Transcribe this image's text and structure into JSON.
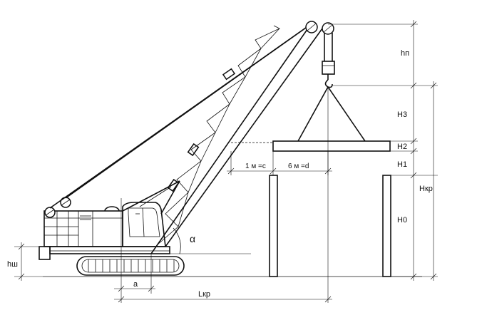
{
  "labels": {
    "hp": "hп",
    "h3": "H3",
    "h2": "H2",
    "h1": "H1",
    "hkr": "Нкр",
    "h0": "H0",
    "hsh": "hш",
    "a": "a",
    "lkr": "Lкр",
    "alpha": "α",
    "c_span": "1 м =с",
    "d_span": "6 м =d"
  }
}
